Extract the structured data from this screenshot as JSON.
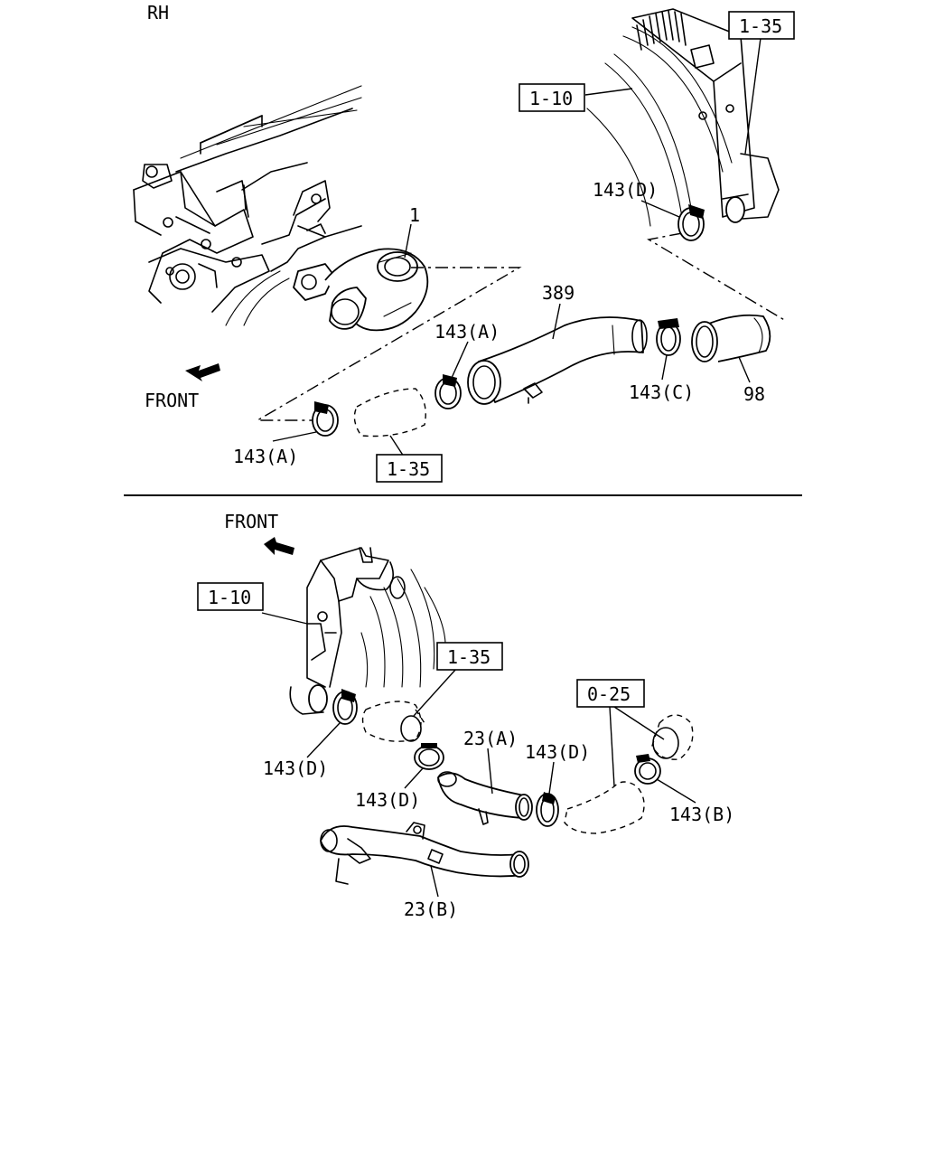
{
  "view_label": "RH",
  "upper": {
    "front_label": "FRONT",
    "labels": {
      "part_1": "1",
      "part_389": "389",
      "part_98": "98",
      "clamp_a_1": "143(A)",
      "clamp_a_2": "143(A)",
      "clamp_c": "143(C)",
      "clamp_d": "143(D)",
      "ref_intercooler": "1-10",
      "ref_hose_top": "1-35",
      "ref_hose_bottom": "1-35"
    }
  },
  "lower": {
    "front_label": "FRONT",
    "labels": {
      "ref_intercooler": "1-10",
      "ref_hose": "1-35",
      "ref_hose_b": "0-25",
      "clamp_d_1": "143(D)",
      "clamp_d_2": "143(D)",
      "clamp_d_3": "143(D)",
      "clamp_b": "143(B)",
      "pipe_a": "23(A)",
      "pipe_b": "23(B)"
    }
  }
}
